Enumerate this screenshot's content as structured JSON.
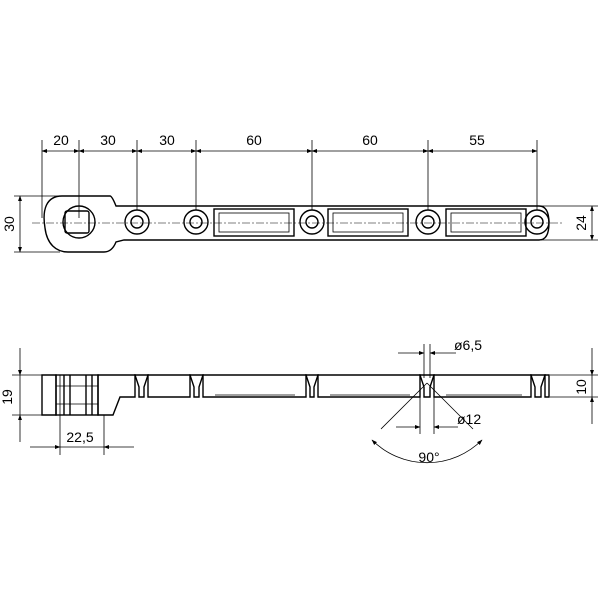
{
  "top_view": {
    "spacings": [
      "20",
      "30",
      "30",
      "60",
      "60",
      "55"
    ],
    "height_left": "30",
    "height_right": "24"
  },
  "side_view": {
    "height_left": "19",
    "height_right": "10",
    "offset": "22,5",
    "hole_small": "ø6,5",
    "hole_large": "ø12",
    "angle": "90°"
  }
}
